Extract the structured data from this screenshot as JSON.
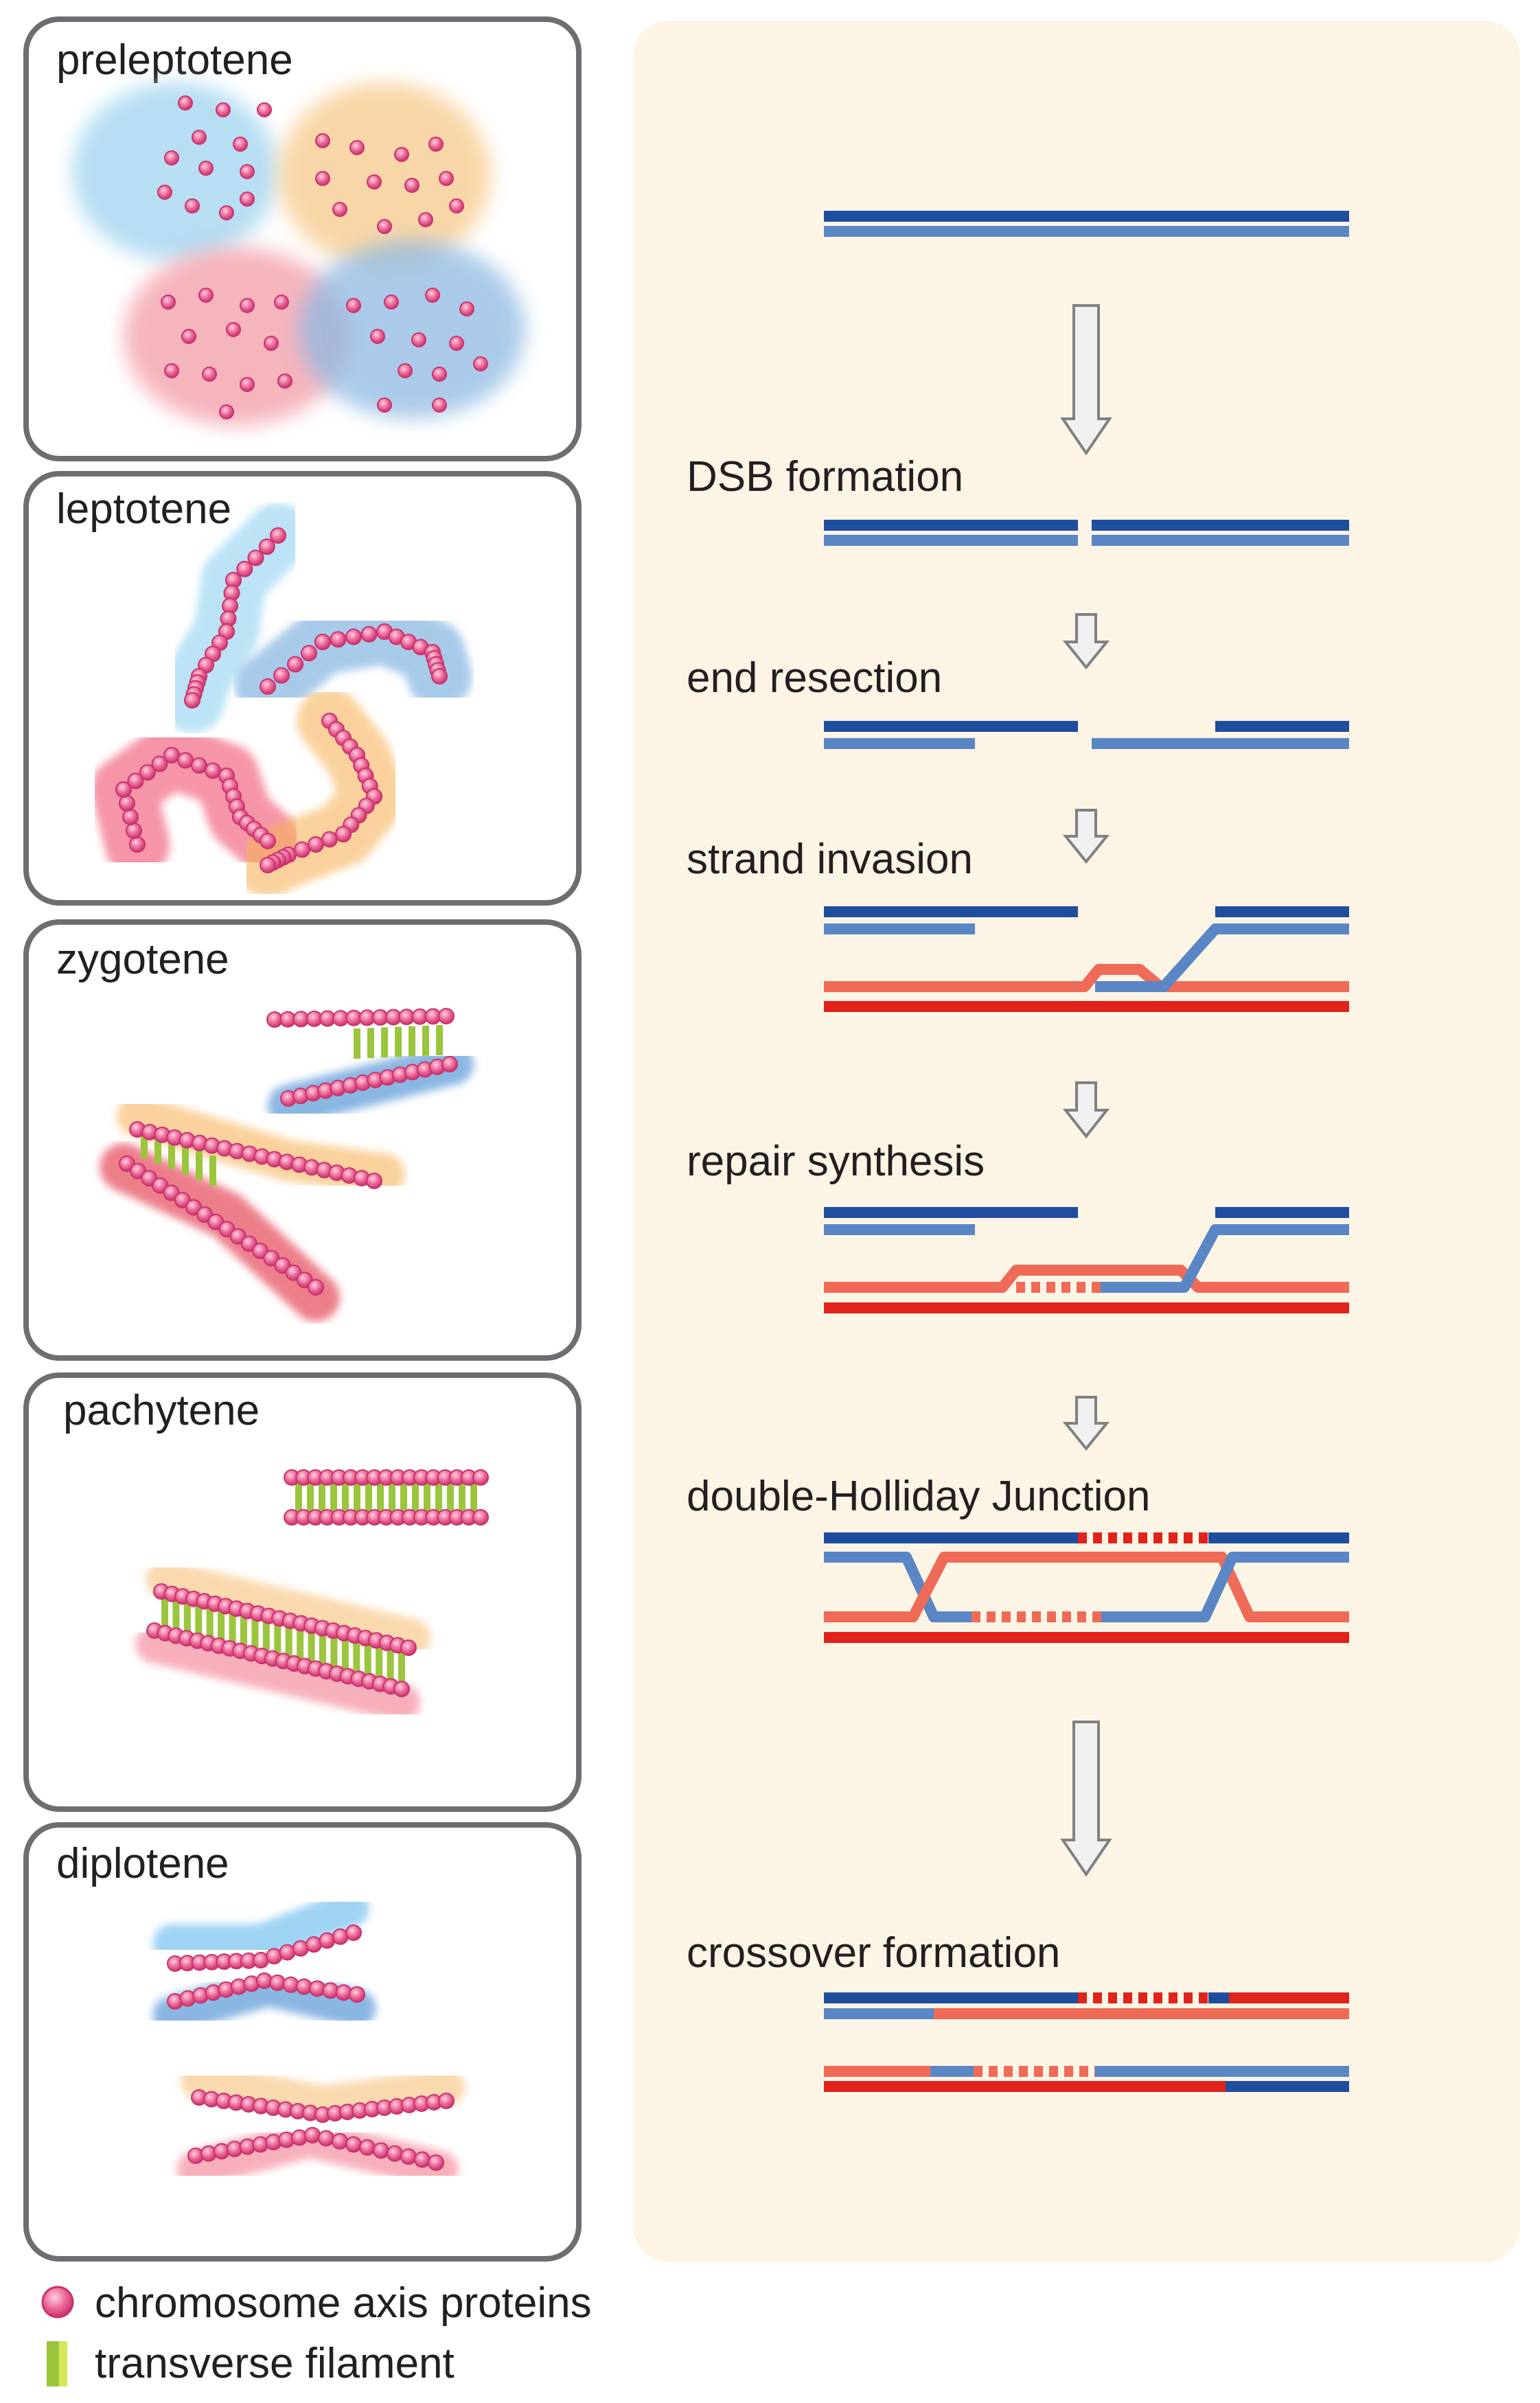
{
  "stages": [
    {
      "id": "preleptotene",
      "label": "preleptotene"
    },
    {
      "id": "leptotene",
      "label": "leptotene"
    },
    {
      "id": "zygotene",
      "label": "zygotene"
    },
    {
      "id": "pachytene",
      "label": "pachytene"
    },
    {
      "id": "diplotene",
      "label": "diplotene"
    }
  ],
  "steps": [
    {
      "id": "dsb",
      "label": "DSB formation"
    },
    {
      "id": "resection",
      "label": "end resection"
    },
    {
      "id": "invasion",
      "label": "strand invasion"
    },
    {
      "id": "synthesis",
      "label": "repair synthesis"
    },
    {
      "id": "dhj",
      "label": "double-Holliday Junction"
    },
    {
      "id": "crossover",
      "label": "crossover formation"
    }
  ],
  "legend": {
    "axis_proteins": "chromosome axis proteins",
    "transverse_filament": "transverse filament"
  },
  "colors": {
    "panel_border": "#6d6e71",
    "right_bg": "#fcf5e6",
    "dark_blue": "#1f4e9e",
    "light_blue": "#5b86c5",
    "red": "#e0231b",
    "salmon": "#ef6b57",
    "pink_dot": "#e8568f",
    "green_filament": "#9bc53d",
    "arrow_fill": "#f0f0f0",
    "arrow_stroke": "#808080"
  }
}
